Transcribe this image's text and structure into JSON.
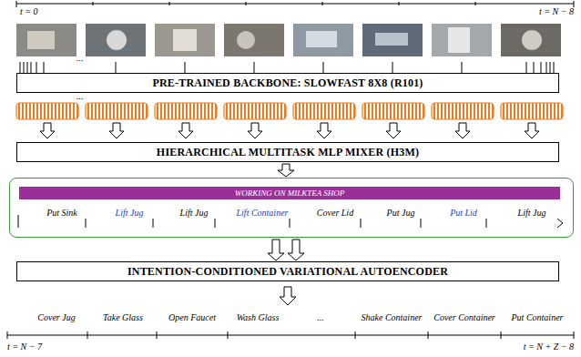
{
  "diagram": {
    "nodes": [
      {
        "text": [
          "PRE-TRAINED BACKBONE: SLOWFAST 8X8 (R101)"
        ]
      },
      {
        "text": [
          "HIERARCHICAL MULTITASK MLP MIXER (H3M)"
        ]
      },
      {
        "text": [
          "Put Sink",
          "Lift Jug",
          "Lift Jug",
          "Lift Container",
          "Cover Lid",
          "Put Jug",
          "Put Lid",
          "Lift Jug"
        ]
      },
      {
        "text": [
          "WORKING ON MILKTEA SHOP"
        ],
        "in": 2
      },
      {
        "text": [
          "INTENTION-CONDITIONED VARIATIONAL AUTOENCODER"
        ]
      }
    ],
    "edges": [
      {
        "from": 1,
        "to": 2,
        "arrow": "to"
      },
      {
        "from": 2,
        "to": 4,
        "arrow": "to"
      }
    ],
    "labels": [
      "t = 0",
      "t = N − 8",
      "...",
      "...",
      "Cover Jug",
      "Take Glass",
      "Open Faucet",
      "Wash Glass",
      "...",
      "Shake Container",
      "Cover Container",
      "Put Container",
      "t = N − 7",
      "t = N + Z − 8"
    ]
  }
}
